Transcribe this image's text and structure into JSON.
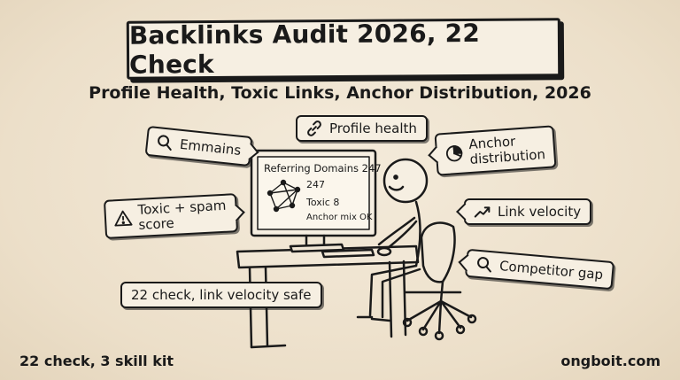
{
  "title": "Backlinks Audit 2026, 22 Check",
  "subtitle": "Profile Health, Toxic Links, Anchor Distribution, 2026",
  "tags": {
    "profile_health": "Profile health",
    "emmains": "Emmains",
    "anchor_line1": "Anchor",
    "anchor_line2": "distribution",
    "toxic_line1": "Toxic + spam",
    "toxic_line2": "score",
    "link_velocity": "Link velocity",
    "competitor_gap": "Competitor gap",
    "check_safe": "22 check, link velocity safe"
  },
  "monitor": {
    "line1": "Referring Domains 247",
    "line2": "247",
    "line3": "Toxic 8",
    "line4": "Anchor mix OK"
  },
  "footer": {
    "left": "22 check, 3 skill kit",
    "right": "ongboit.com"
  },
  "icons": [
    "link-icon",
    "search-icon",
    "pie-chart-icon",
    "warning-icon",
    "trend-up-icon"
  ]
}
